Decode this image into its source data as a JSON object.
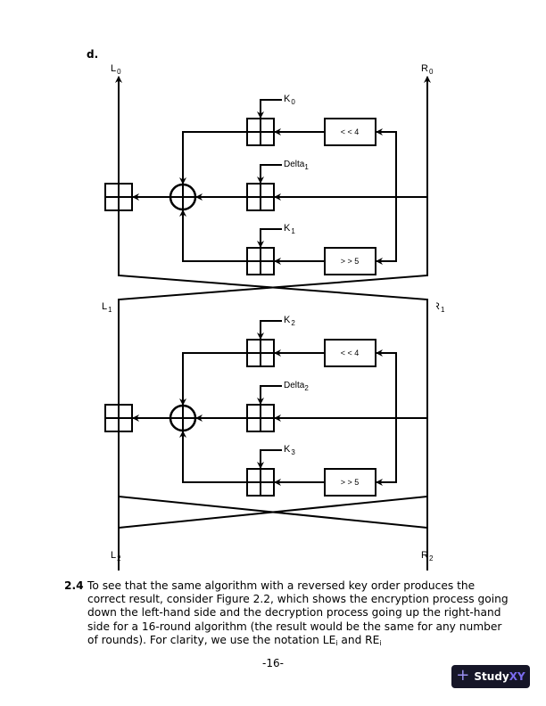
{
  "part_label": "d.",
  "diagram": {
    "signals": {
      "L0": {
        "base": "L",
        "sub": "0"
      },
      "R0": {
        "base": "R",
        "sub": "0"
      },
      "L1": {
        "base": "L",
        "sub": "1"
      },
      "R1": {
        "base": "R",
        "sub": "1"
      },
      "L2": {
        "base": "L",
        "sub": "2"
      },
      "R2": {
        "base": "R",
        "sub": "2"
      }
    },
    "rounds": [
      {
        "key_top": {
          "base": "K",
          "sub": "0"
        },
        "delta": {
          "base": "Delta",
          "sub": "1"
        },
        "key_bottom": {
          "base": "K",
          "sub": "1"
        },
        "shift_left": "< < 4",
        "shift_right": "> > 5"
      },
      {
        "key_top": {
          "base": "K",
          "sub": "2"
        },
        "delta": {
          "base": "Delta",
          "sub": "2"
        },
        "key_bottom": {
          "base": "K",
          "sub": "3"
        },
        "shift_left": "< < 4",
        "shift_right": "> > 5"
      }
    ]
  },
  "problem": {
    "number": "2.4",
    "text_before": "To see that the same algorithm with a reversed key order produces the correct result, consider Figure 2.2, which shows the encryption process going down the left-hand side and the decryption process going up the right-hand side for a 16-round algorithm (the result would be the same for any number of rounds). For clarity, we use the notation LE",
    "sub1": "i",
    "text_mid": " and RE",
    "sub2": "i"
  },
  "page_number": "-16-",
  "watermark": {
    "prefix": "Study",
    "suffix": "XY",
    "icon": "plus-icon"
  }
}
